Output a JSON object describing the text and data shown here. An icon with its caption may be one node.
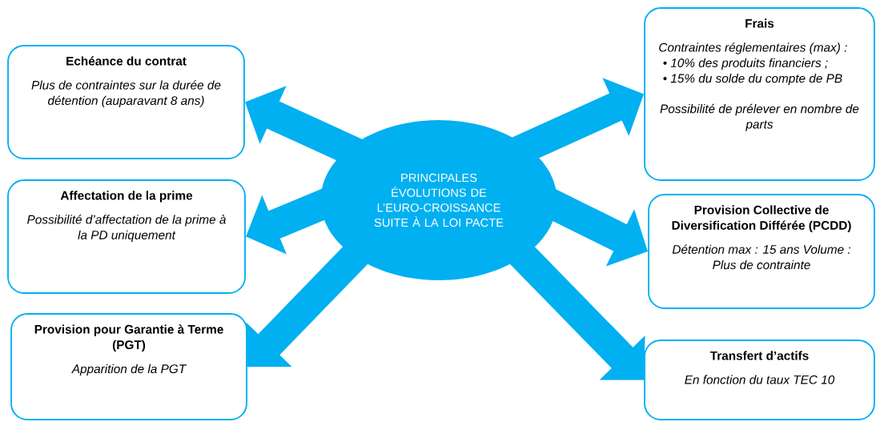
{
  "diagram": {
    "nodes": [
      {
        "text": [
          "PRINCIPALES ÉVOLUTIONS DE L’EURO-CROISSANCE SUITE À LA LOI PACTE"
        ]
      },
      {
        "text": [
          "Echéance du contrat",
          "Plus de contraintes sur la durée de détention (auparavant 8 ans)"
        ]
      },
      {
        "text": [
          "Affectation de la prime",
          "Possibilité d’affectation de la prime à la PD uniquement"
        ]
      },
      {
        "text": [
          "Provision pour Garantie à Terme (PGT)",
          "Apparition de la PGT"
        ]
      },
      {
        "text": [
          "Frais",
          "Contraintes réglementaires (max) :",
          "• 10% des produits financiers ;",
          "• 15% du solde du compte de PB",
          "Possibilité de prélever en nombre de parts"
        ]
      },
      {
        "text": [
          "Provision Collective de Diversification Différée (PCDD)",
          "Détention max : 15 ans Volume : Plus de contrainte"
        ]
      },
      {
        "text": [
          "Transfert d’actifs",
          "En fonction du taux TEC 10"
        ]
      }
    ],
    "edges": [
      {
        "from": 0,
        "to": 1,
        "arrow": "to"
      },
      {
        "from": 0,
        "to": 2,
        "arrow": "to"
      },
      {
        "from": 0,
        "to": 3,
        "arrow": "to"
      },
      {
        "from": 0,
        "to": 4,
        "arrow": "to"
      },
      {
        "from": 0,
        "to": 5,
        "arrow": "to"
      },
      {
        "from": 0,
        "to": 6,
        "arrow": "to"
      }
    ]
  }
}
